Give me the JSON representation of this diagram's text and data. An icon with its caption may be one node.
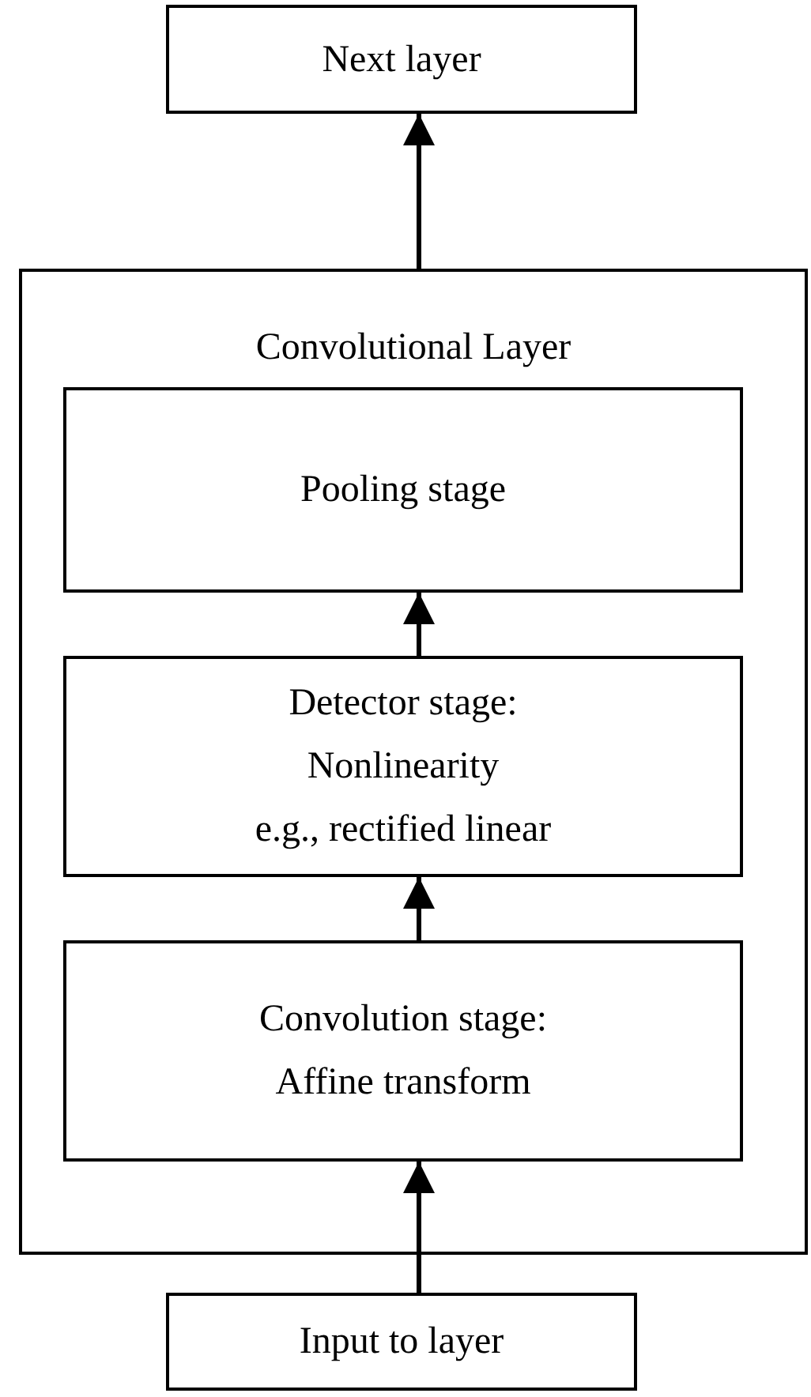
{
  "diagram": {
    "nodes": [
      {
        "text": [
          "Next layer"
        ]
      },
      {
        "text": [
          "Convolutional Layer"
        ]
      },
      {
        "text": [
          "Pooling stage"
        ],
        "in": 1
      },
      {
        "text": [
          "Detector stage:",
          "Nonlinearity",
          "e.g., rectified linear"
        ],
        "in": 1
      },
      {
        "text": [
          "Convolution stage:",
          "Affine transform"
        ],
        "in": 1
      },
      {
        "text": [
          "Input to layer"
        ]
      }
    ],
    "edges": [
      {
        "from": 5,
        "to": 4,
        "arrow": "to"
      },
      {
        "from": 4,
        "to": 3,
        "arrow": "to"
      },
      {
        "from": 3,
        "to": 2,
        "arrow": "to"
      },
      {
        "from": 1,
        "to": 0,
        "arrow": "to"
      }
    ]
  }
}
